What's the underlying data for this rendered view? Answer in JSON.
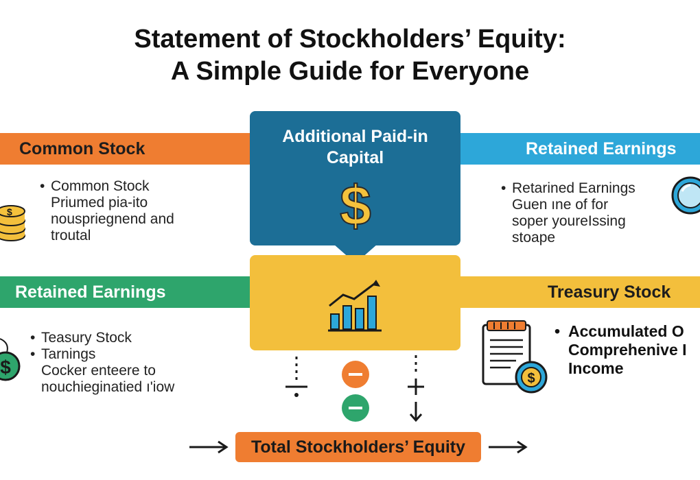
{
  "title": {
    "line1": "Statement of Stockholders’ Equity:",
    "line2": "A Simple Guide for Everyone"
  },
  "sections": {
    "common_stock": {
      "heading": "Common Stock",
      "bullet": "Common Stock",
      "lines": [
        "Priumed pia-ito",
        "nouspriegnend and",
        "troutal"
      ]
    },
    "retained_earnings_top": {
      "heading": "Retained Earnings",
      "bullet": "Retarined Earnings",
      "lines": [
        "Guen ıne of for",
        "soper youreIssing",
        "stoape"
      ]
    },
    "additional_paid_in_capital": {
      "heading_line1": "Additional Paid-in",
      "heading_line2": "Capital"
    },
    "retained_earnings_left": {
      "heading": "Retained Earnings",
      "bullets": [
        "Teasury Stock",
        "Tarnings"
      ],
      "lines": [
        "Cocker enteere to",
        "nouchieginatied ı'iow"
      ]
    },
    "treasury_stock": {
      "heading": "Treasury Stock",
      "bullet_lines": [
        "Accumulated O",
        "Comprehenive I",
        "Income"
      ]
    },
    "total": {
      "label": "Total Stockholders’ Equity"
    }
  },
  "colors": {
    "orange": "#ef7d31",
    "blue": "#2da7d9",
    "dark_blue": "#1c6e96",
    "green": "#2ea56c",
    "yellow": "#f3bf3c",
    "gold": "#f5c23c"
  },
  "icons": [
    "coin-stack-icon",
    "magnifier-icon",
    "dollar-sign-icon",
    "bar-chart-growth-icon",
    "dollar-coin-icon",
    "document-dollar-icon",
    "minus-circle-icon",
    "plus-icon",
    "divide-icon",
    "arrow-right-icon",
    "arrow-down-icon"
  ]
}
